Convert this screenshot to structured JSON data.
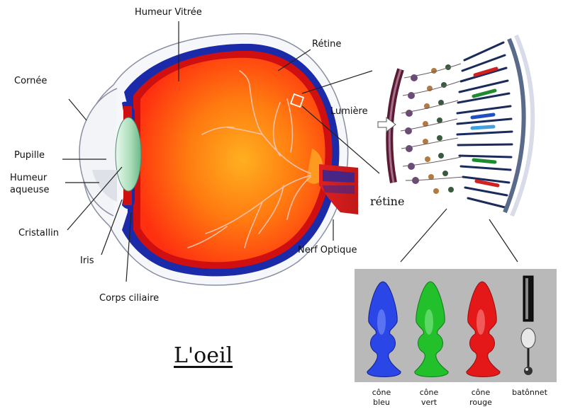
{
  "title": "L'oeil",
  "labels": {
    "humeur_vitree": "Humeur Vitrée",
    "retine": "Rétine",
    "cornee": "Cornée",
    "lumiere": "Lumière",
    "pupille": "Pupille",
    "humeur_aqueuse_1": "Humeur",
    "humeur_aqueuse_2": "aqueuse",
    "cristallin": "Cristallin",
    "iris": "Iris",
    "corps_ciliaire": "Corps ciliaire",
    "nerf_optique": "Nerf Optique",
    "retine_small": "rétine"
  },
  "photoreceptors": [
    {
      "line1": "cône",
      "line2": "bleu",
      "color": "#2a46e6"
    },
    {
      "line1": "cône",
      "line2": "vert",
      "color": "#22c02a"
    },
    {
      "line1": "cône",
      "line2": "rouge",
      "color": "#e41818"
    },
    {
      "line1": "batônnet",
      "line2": "",
      "color": "#1a1a1a"
    }
  ],
  "colors": {
    "eye_inner": "#ff8a10",
    "choroid": "#d01010",
    "sclera_blue": "#1a2aa8",
    "panel_gray": "#b9b9b9"
  }
}
